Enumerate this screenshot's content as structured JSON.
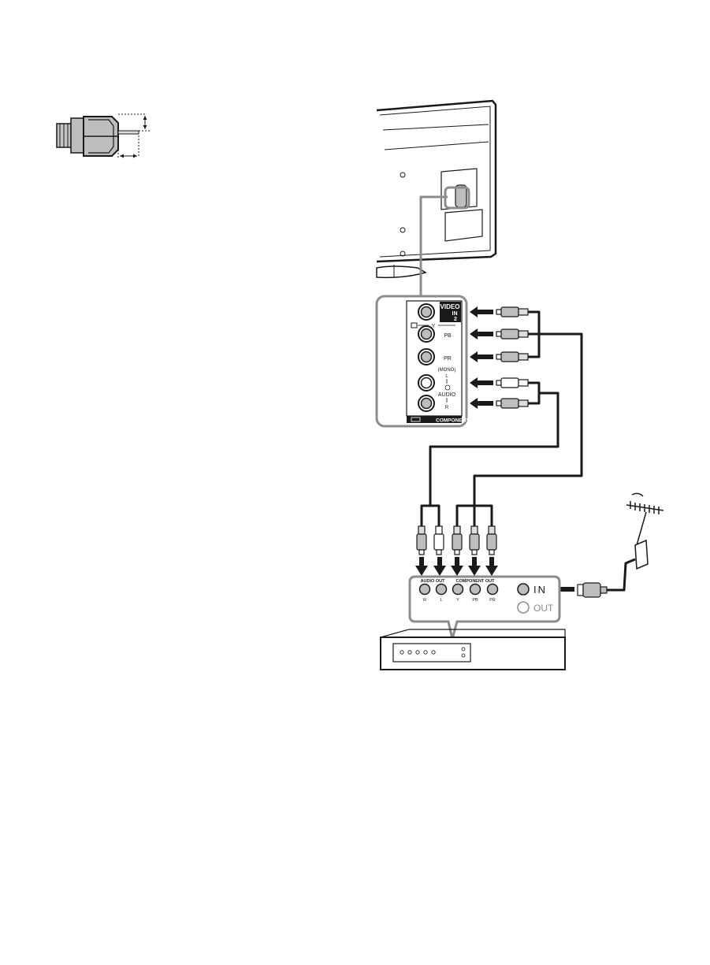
{
  "panel": {
    "video_label": "VIDEO",
    "in_label": "IN",
    "input_number": "2",
    "y_label": "Y",
    "pb_label": "PB",
    "pr_label": "PR",
    "mono_label": "(MONO)",
    "l_label": "L",
    "audio_label": "AUDIO",
    "r_label": "R",
    "component_in_label": "COMPONENT IN"
  },
  "device": {
    "audio_out_label": "AUDIO OUT",
    "component_out_label": "COMPONENT OUT",
    "jack_labels": [
      "R",
      "L",
      "Y",
      "PB",
      "PR"
    ],
    "rf_in_label": "IN",
    "rf_out_label": "OUT"
  },
  "colors": {
    "line": "#1a1a1a",
    "callout_border": "#8c8c8c",
    "jack_fill": "#bdbdbd",
    "white": "#ffffff"
  }
}
